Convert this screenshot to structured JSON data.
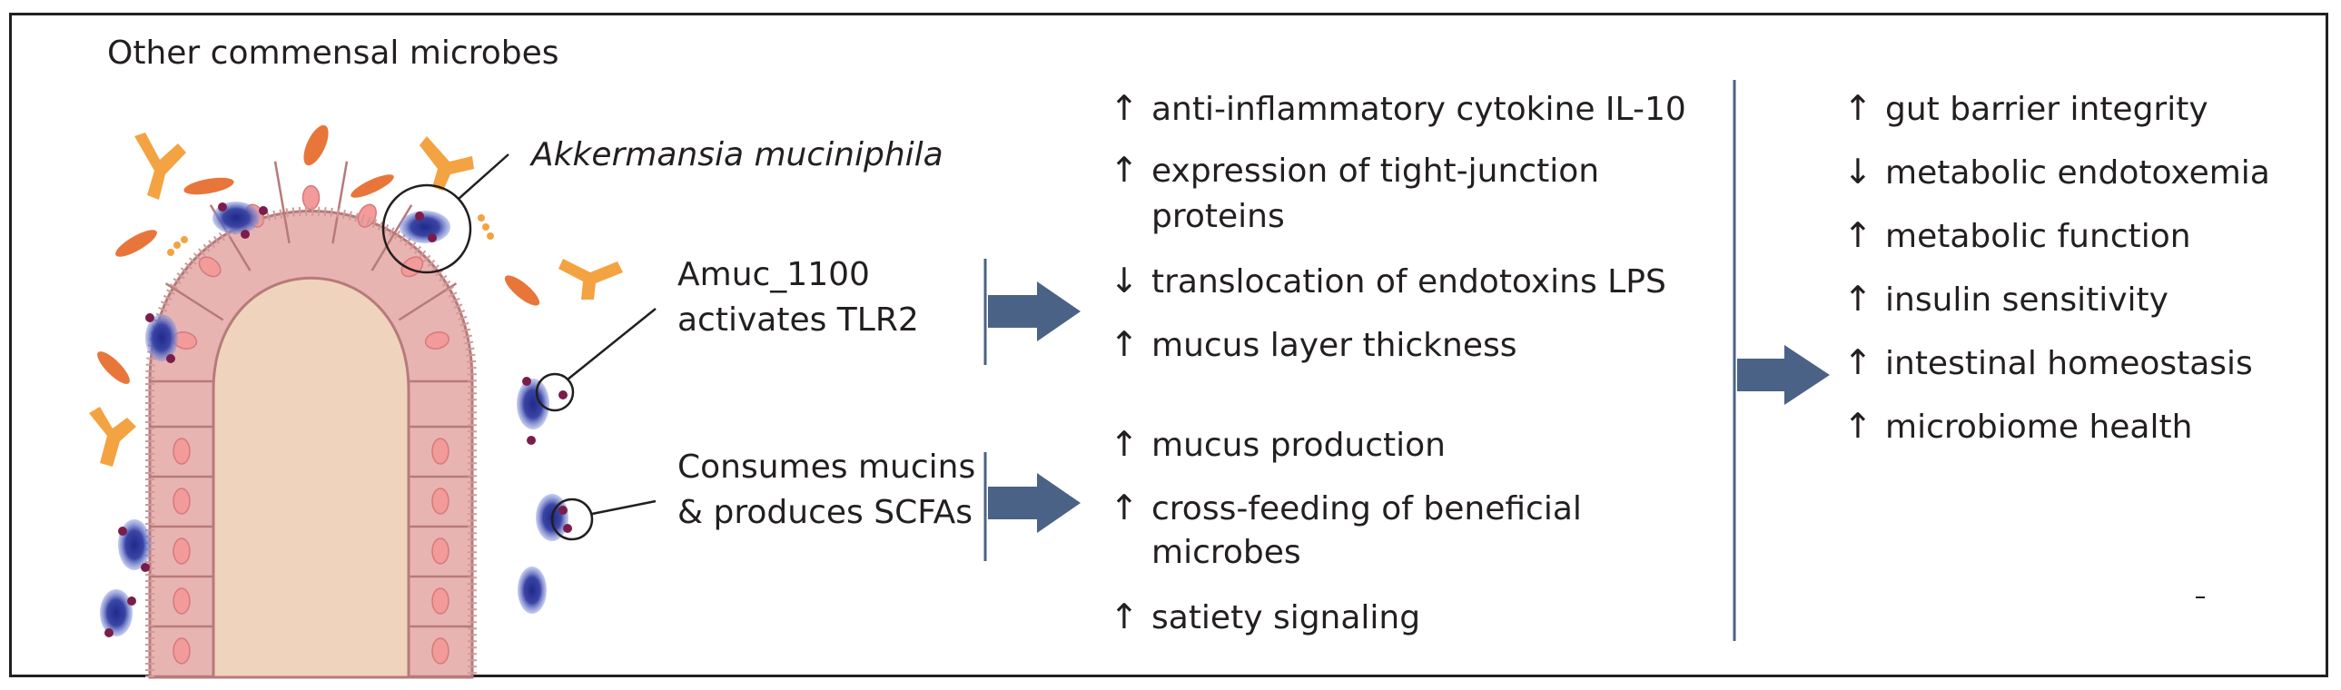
{
  "colors": {
    "frame": "#231f20",
    "lumen": "#efd3bc",
    "cell": "#e8b4b1",
    "cell_border": "#b77a7a",
    "nucleus": "#f39a9a",
    "microbe_blue": "#2a2f8f",
    "microbe_halo": "#6f7fc8",
    "dot": "#7a1d4b",
    "orange_microbe": "#f3a341",
    "rod_microbe": "#e8763a",
    "arrow_fill": "#4a6286",
    "divider": "#4a6286"
  },
  "diagram": {
    "title": "Other commensal microbes",
    "species_label": "Akkermansia muciniphila",
    "mechanisms": [
      {
        "line1": "Amuc_1100",
        "line2": "activates TLR2"
      },
      {
        "line1": "Consumes mucins",
        "line2": "& produces SCFAs"
      }
    ],
    "effects_tlr2": [
      {
        "arrow": "↑",
        "line1": "anti-inflammatory cytokine IL-10",
        "line2": ""
      },
      {
        "arrow": "↑",
        "line1": "expression of tight-junction",
        "line2": "proteins"
      },
      {
        "arrow": "↓",
        "line1": "translocation of endotoxins LPS",
        "line2": ""
      },
      {
        "arrow": "↑",
        "line1": "mucus layer thickness",
        "line2": ""
      }
    ],
    "effects_mucin": [
      {
        "arrow": "↑",
        "line1": "mucus production",
        "line2": ""
      },
      {
        "arrow": "↑",
        "line1": "cross-feeding of beneficial",
        "line2": "microbes"
      },
      {
        "arrow": "↑",
        "line1": "satiety signaling",
        "line2": ""
      }
    ],
    "outcomes": [
      {
        "arrow": "↑",
        "text": "gut barrier integrity"
      },
      {
        "arrow": "↓",
        "text": "metabolic endotoxemia"
      },
      {
        "arrow": "↑",
        "text": "metabolic function"
      },
      {
        "arrow": "↑",
        "text": "insulin sensitivity"
      },
      {
        "arrow": "↑",
        "text": "intestinal homeostasis"
      },
      {
        "arrow": "↑",
        "text": "microbiome health"
      }
    ],
    "icons": [
      "villus-icon",
      "akkermansia-icon",
      "commensal-microbe-icon",
      "block-arrow-icon"
    ]
  }
}
